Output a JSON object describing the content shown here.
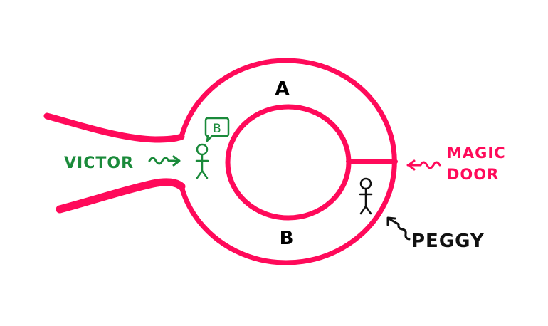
{
  "labels": {
    "path_a": "A",
    "path_b": "B",
    "victor": "VICTOR",
    "peggy": "PEGGY",
    "magic_door_line1": "MAGIC",
    "magic_door_line2": "DOOR",
    "speech_bubble": "B"
  },
  "colors": {
    "cave": "#ff0a5a",
    "victor": "#1a8a3a",
    "peggy": "#111111",
    "door_label": "#ff0a5a"
  },
  "icons": {
    "victor_figure": "stick-figure-icon",
    "peggy_figure": "stick-figure-icon",
    "speech_bubble": "speech-bubble-icon",
    "arrows": "squiggly-arrow-icon"
  }
}
